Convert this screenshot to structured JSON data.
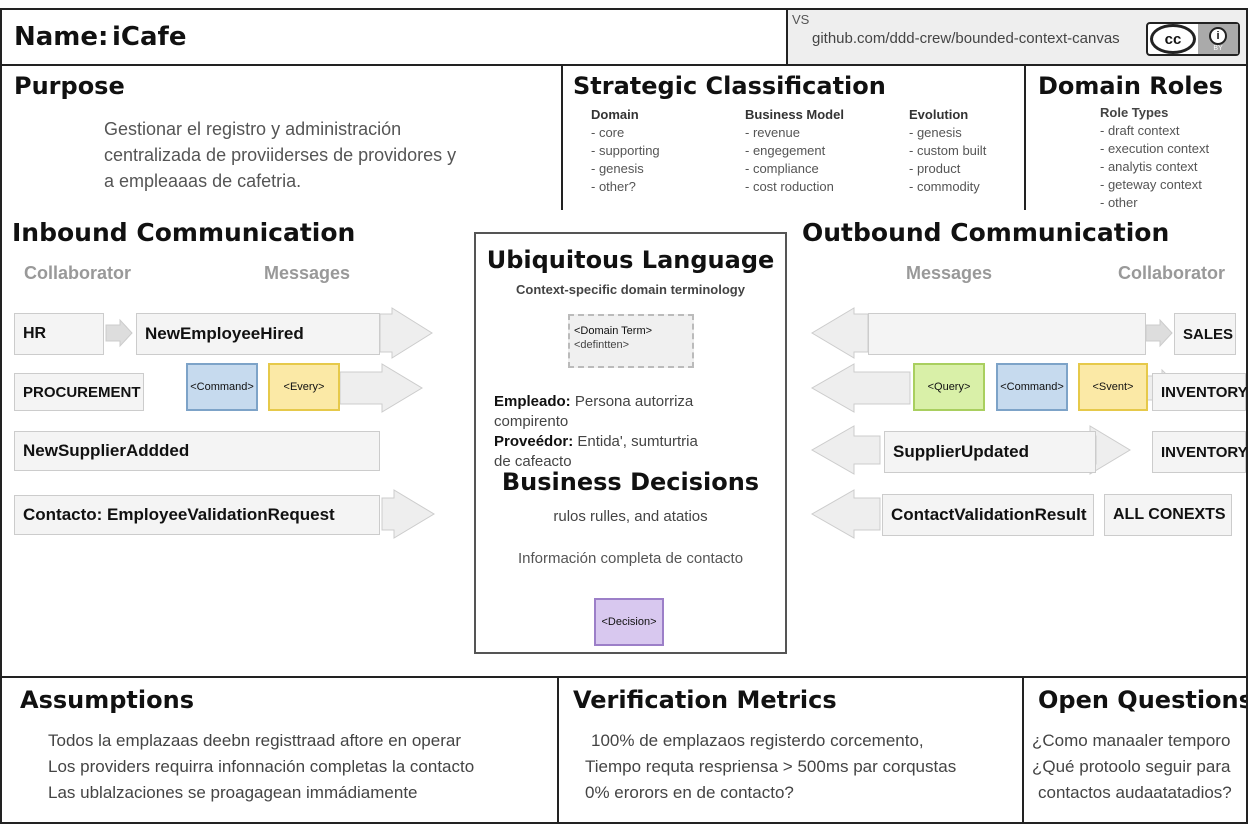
{
  "header": {
    "name_label": "Name:",
    "name_value": "iCafe",
    "vs": "VS",
    "url": "github.com/ddd-crew/bounded-context-canvas",
    "license_cc": "cc",
    "license_by": "i",
    "license_sub": "BY"
  },
  "purpose": {
    "title": "Purpose",
    "lines": [
      "Gestionar el registro y administración",
      "centralizada de proviiderses de providores y",
      "a empleaaas de cafetria."
    ]
  },
  "strategic": {
    "title": "Strategic Classification",
    "columns": [
      {
        "heading": "Domain",
        "items": [
          "- core",
          "- supporting",
          "- genesis",
          "- other?"
        ]
      },
      {
        "heading": "Business Model",
        "items": [
          "- revenue",
          "- engegement",
          "- compliance",
          "- cost roduction"
        ]
      },
      {
        "heading": "Evolution",
        "items": [
          "- genesis",
          "- custom built",
          "- product",
          "- commodity"
        ]
      }
    ]
  },
  "domain_roles": {
    "title": "Domain Roles",
    "subtitle": "Role Types",
    "items": [
      "- draft context",
      "- execution context",
      "- analytis context",
      "- geteway context",
      "- other"
    ]
  },
  "inbound": {
    "title": "Inbound Communication",
    "col_collaborator": "Collaborator",
    "col_messages": "Messages",
    "rows": [
      {
        "collaborator": "HR",
        "message": "NewEmployeeHired"
      },
      {
        "collaborator": "PROCUREMENT",
        "sticky_command": "<Command>",
        "sticky_event": "<Every>"
      },
      {
        "message": "NewSupplierAddded"
      },
      {
        "message": "Contacto: EmployeeValidationRequest"
      }
    ]
  },
  "ubiquitous": {
    "title": "Ubiquitous Language",
    "subtitle": "Context-specific domain terminology",
    "term_placeholder": "<Domain Term>",
    "def_placeholder": "<defintten>",
    "terms": [
      {
        "term": "Empleado:",
        "def1": " Persona autorriza",
        "def2": "compirento"
      },
      {
        "term": "Proveédor:",
        "def1": " Entida', sumturtria",
        "def2": "de cafeacto"
      }
    ]
  },
  "business_decisions": {
    "title": "Business Decisions",
    "subtitle": "rulos rulles, and atatios",
    "info": "Información completa de contacto",
    "sticky": "<Decision>"
  },
  "outbound": {
    "title": "Outbound Communication",
    "col_messages": "Messages",
    "col_collaborator": "Collaborator",
    "rows": [
      {
        "collaborator": "SALES",
        "message": ""
      },
      {
        "collaborator": "INVENTORY",
        "sticky_query": "<Query>",
        "sticky_command": "<Command>",
        "sticky_event": "<Svent>"
      },
      {
        "collaborator": "INVENTORY",
        "message": "SupplierUpdated"
      },
      {
        "collaborator": "ALL CONEXTS",
        "message": "ContactValidationResult"
      }
    ]
  },
  "assumptions": {
    "title": "Assumptions",
    "lines": [
      "Todos la emplazaas deebn registtraad aftore en operar",
      "Los providers requirra infonnación completas la contacto",
      "Las ublalzaciones se proagagean immádiamente"
    ]
  },
  "verification": {
    "title": "Verification Metrics",
    "lines": [
      "100% de emplazaos registerdo corcemento,",
      "Tiempo requta respriensa > 500ms par corqustas",
      "0% erorors en de contacto?"
    ]
  },
  "open_questions": {
    "title": "Open Questions",
    "lines": [
      "¿Como manaaler temporo",
      "¿Qué protoolo seguir para",
      "contactos audaatatadios?"
    ]
  }
}
